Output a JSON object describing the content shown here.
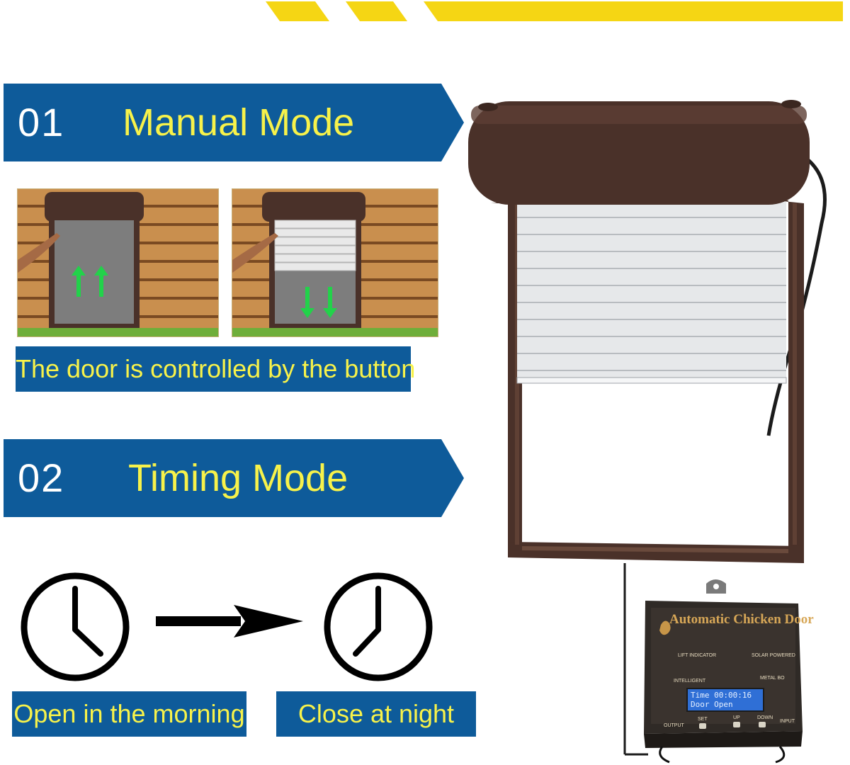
{
  "colors": {
    "banner_blue": "#0e5b9a",
    "title_yellow": "#f7f24a",
    "stripe_yellow": "#f5d614",
    "door_brown": "#4a3129"
  },
  "section1": {
    "number": "01",
    "title": "Manual Mode",
    "caption": "The door is controlled by the button"
  },
  "section2": {
    "number": "02",
    "title": "Timing Mode",
    "caption_open": "Open in the morning",
    "caption_close": "Close at night"
  },
  "controller": {
    "brand": "Automatic Chicken Door",
    "feature_lift": "LIFT INDICATOR",
    "feature_solar": "SOLAR POWERED",
    "feature_intelligent": "INTELLIGENT",
    "feature_metal": "METAL BO",
    "lcd_line1": "Time 00:00:16",
    "lcd_line2": "Door Open",
    "btn_set": "SET",
    "btn_up": "UP",
    "btn_down": "DOWN",
    "port_output": "OUTPUT",
    "port_input": "INPUT"
  },
  "icons": {
    "arrow_up": "green-double-arrow-up-icon",
    "arrow_down": "green-double-arrow-down-icon",
    "clock_morning": "clock-icon",
    "clock_night": "clock-icon",
    "transition": "arrow-right-icon"
  }
}
